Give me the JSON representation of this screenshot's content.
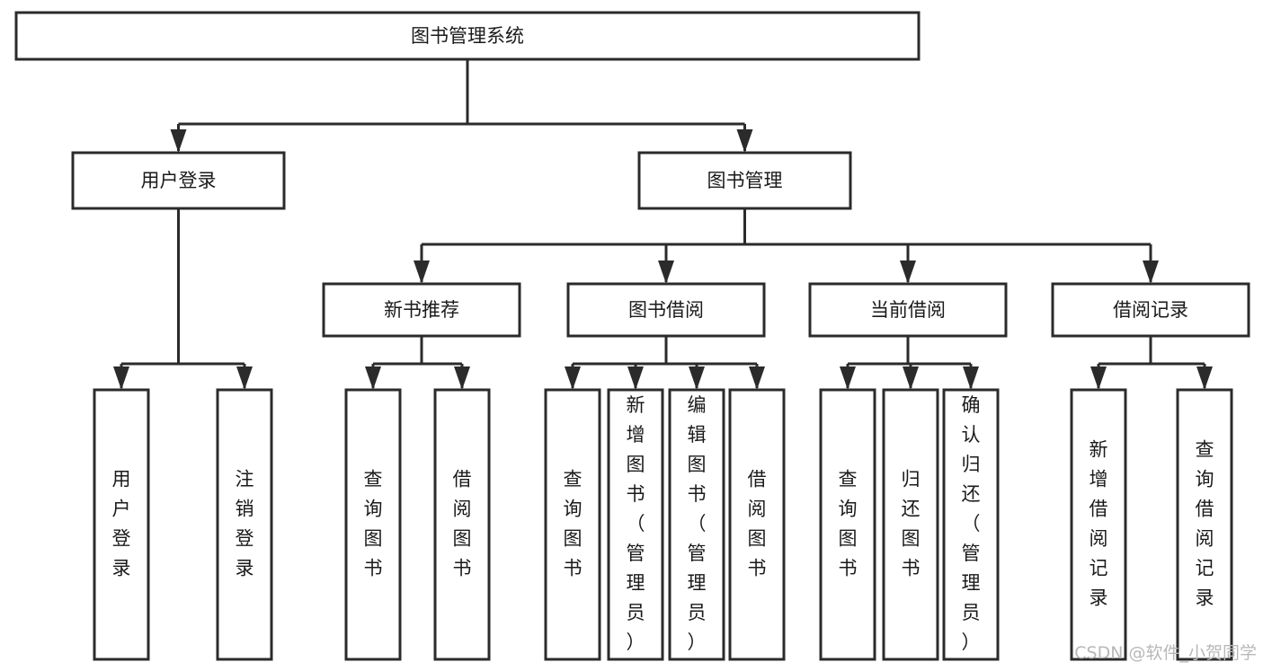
{
  "diagram": {
    "title": "图书管理系统",
    "type": "tree-hierarchy-chart",
    "orientation": "top-down",
    "colors": {
      "box_fill": "#ffffff",
      "box_stroke": "#2b2b2b",
      "text": "#1a1a1a",
      "background": "#ffffff",
      "watermark": "#b8b8b8"
    },
    "levels": {
      "level1_label": "图书管理系统",
      "level2_labels": [
        "用户登录",
        "图书管理"
      ],
      "level3_labels": [
        "新书推荐",
        "图书借阅",
        "当前借阅",
        "借阅记录"
      ]
    },
    "nodes": {
      "root": {
        "label": "图书管理系统",
        "level": 1,
        "orientation": "horizontal"
      },
      "user_login": {
        "label": "用户登录",
        "level": 2,
        "orientation": "horizontal"
      },
      "book_manage": {
        "label": "图书管理",
        "level": 2,
        "orientation": "horizontal"
      },
      "new_book_rec": {
        "label": "新书推荐",
        "level": 3,
        "orientation": "horizontal"
      },
      "book_borrow": {
        "label": "图书借阅",
        "level": 3,
        "orientation": "horizontal"
      },
      "current_borrow": {
        "label": "当前借阅",
        "level": 3,
        "orientation": "horizontal"
      },
      "borrow_record": {
        "label": "借阅记录",
        "level": 3,
        "orientation": "horizontal"
      },
      "leaf_user_login": {
        "label": "用户登录",
        "level": 4,
        "orientation": "vertical",
        "chars": [
          "用",
          "户",
          "登",
          "录"
        ]
      },
      "leaf_logout": {
        "label": "注销登录",
        "level": 4,
        "orientation": "vertical",
        "chars": [
          "注",
          "销",
          "登",
          "录"
        ]
      },
      "leaf_query_book_a": {
        "label": "查询图书",
        "level": 4,
        "orientation": "vertical",
        "chars": [
          "查",
          "询",
          "图",
          "书"
        ]
      },
      "leaf_borrow_book_a": {
        "label": "借阅图书",
        "level": 4,
        "orientation": "vertical",
        "chars": [
          "借",
          "阅",
          "图",
          "书"
        ]
      },
      "leaf_query_book_b": {
        "label": "查询图书",
        "level": 4,
        "orientation": "vertical",
        "chars": [
          "查",
          "询",
          "图",
          "书"
        ]
      },
      "leaf_add_book": {
        "label": "新增图书（管理员）",
        "level": 4,
        "orientation": "vertical",
        "chars": [
          "新",
          "增",
          "图",
          "书",
          "（",
          "管",
          "理",
          "员",
          "）"
        ]
      },
      "leaf_edit_book": {
        "label": "编辑图书（管理员）",
        "level": 4,
        "orientation": "vertical",
        "chars": [
          "编",
          "辑",
          "图",
          "书",
          "（",
          "管",
          "理",
          "员",
          "）"
        ]
      },
      "leaf_borrow_book_b": {
        "label": "借阅图书",
        "level": 4,
        "orientation": "vertical",
        "chars": [
          "借",
          "阅",
          "图",
          "书"
        ]
      },
      "leaf_query_book_c": {
        "label": "查询图书",
        "level": 4,
        "orientation": "vertical",
        "chars": [
          "查",
          "询",
          "图",
          "书"
        ]
      },
      "leaf_return_book": {
        "label": "归还图书",
        "level": 4,
        "orientation": "vertical",
        "chars": [
          "归",
          "还",
          "图",
          "书"
        ]
      },
      "leaf_confirm_return": {
        "label": "确认归还（管理员）",
        "level": 4,
        "orientation": "vertical",
        "chars": [
          "确",
          "认",
          "归",
          "还",
          "（",
          "管",
          "理",
          "员",
          "）"
        ]
      },
      "leaf_add_record": {
        "label": "新增借阅记录",
        "level": 4,
        "orientation": "vertical",
        "chars": [
          "新",
          "增",
          "借",
          "阅",
          "记",
          "录"
        ]
      },
      "leaf_query_record": {
        "label": "查询借阅记录",
        "level": 4,
        "orientation": "vertical",
        "chars": [
          "查",
          "询",
          "借",
          "阅",
          "记",
          "录"
        ]
      }
    },
    "edges": [
      {
        "from": "root",
        "to": "user_login"
      },
      {
        "from": "root",
        "to": "book_manage"
      },
      {
        "from": "user_login",
        "to": "leaf_user_login"
      },
      {
        "from": "user_login",
        "to": "leaf_logout"
      },
      {
        "from": "book_manage",
        "to": "new_book_rec"
      },
      {
        "from": "book_manage",
        "to": "book_borrow"
      },
      {
        "from": "book_manage",
        "to": "current_borrow"
      },
      {
        "from": "book_manage",
        "to": "borrow_record"
      },
      {
        "from": "new_book_rec",
        "to": "leaf_query_book_a"
      },
      {
        "from": "new_book_rec",
        "to": "leaf_borrow_book_a"
      },
      {
        "from": "book_borrow",
        "to": "leaf_query_book_b"
      },
      {
        "from": "book_borrow",
        "to": "leaf_add_book"
      },
      {
        "from": "book_borrow",
        "to": "leaf_edit_book"
      },
      {
        "from": "book_borrow",
        "to": "leaf_borrow_book_b"
      },
      {
        "from": "current_borrow",
        "to": "leaf_query_book_c"
      },
      {
        "from": "current_borrow",
        "to": "leaf_return_book"
      },
      {
        "from": "current_borrow",
        "to": "leaf_confirm_return"
      },
      {
        "from": "borrow_record",
        "to": "leaf_add_record"
      },
      {
        "from": "borrow_record",
        "to": "leaf_query_record"
      }
    ]
  },
  "watermark": {
    "text": "CSDN @软件_小贺同学"
  }
}
